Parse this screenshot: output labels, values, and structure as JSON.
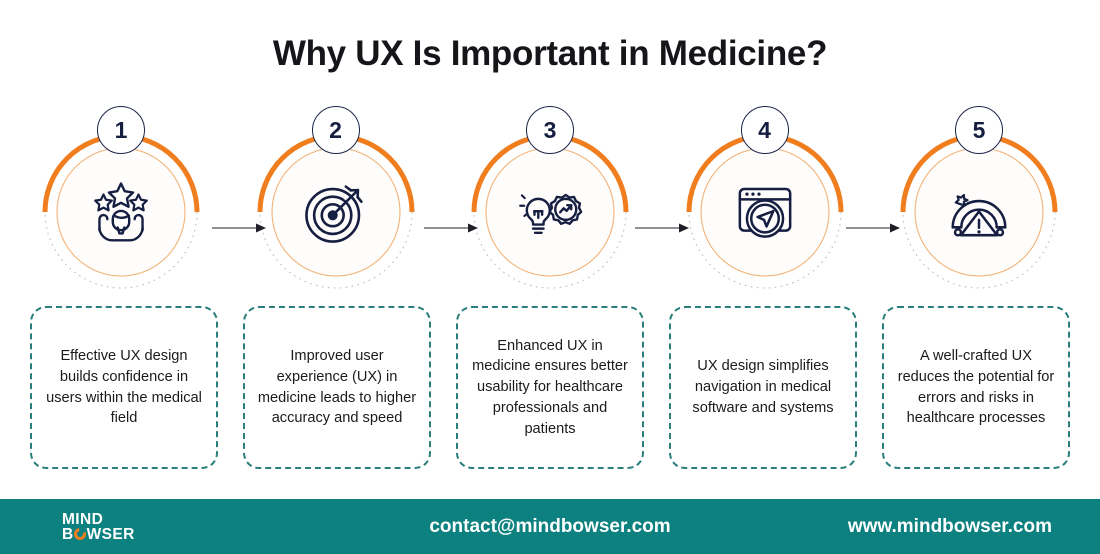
{
  "header": {
    "title": "Why UX Is Important in Medicine?"
  },
  "colors": {
    "orange_arc": "#f07d1e",
    "inner_ring": "#f3b277",
    "dotted_ring": "#b9bcc4",
    "navy": "#161f42",
    "teal_dashed": "#2a7f7c",
    "footer_bg": "#0d8080",
    "title_text": "#16161a"
  },
  "steps": [
    {
      "number": "1",
      "icon": "person-with-stars-in-hands-icon",
      "text": "Effective UX design builds confidence in users within the medical field"
    },
    {
      "number": "2",
      "icon": "target-with-arrow-icon",
      "text": "Improved user experience (UX) in medicine leads to higher accuracy and speed"
    },
    {
      "number": "3",
      "icon": "lightbulb-with-gear-growth-chart-icon",
      "text": "Enhanced UX in medicine ensures better usability for healthcare professionals and patients"
    },
    {
      "number": "4",
      "icon": "browser-window-navigation-arrow-icon",
      "text": "UX design simplifies navigation in medical software and systems"
    },
    {
      "number": "5",
      "icon": "risk-gauge-warning-triangle-icon",
      "text": "A well-crafted UX reduces the potential for errors and risks in healthcare processes"
    }
  ],
  "connectors": [
    {
      "name": "arrow-1-to-2"
    },
    {
      "name": "arrow-2-to-3"
    },
    {
      "name": "arrow-3-to-4"
    },
    {
      "name": "arrow-4-to-5"
    }
  ],
  "footer": {
    "logo_line1": "MIND",
    "logo_line2_a": "B",
    "logo_line2_b": "WSER",
    "email": "contact@mindbowser.com",
    "website": "www.mindbowser.com"
  }
}
